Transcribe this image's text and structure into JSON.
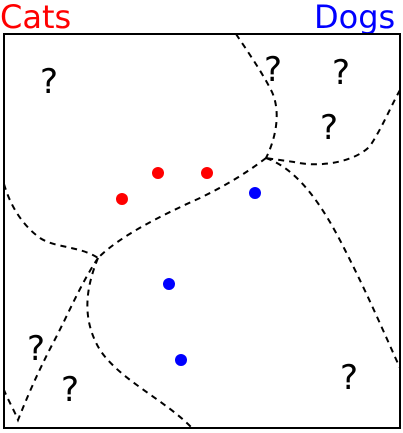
{
  "labels": {
    "cats": "Cats",
    "dogs": "Dogs"
  },
  "colors": {
    "cats": "#ff0000",
    "dogs": "#0000ff",
    "boundary": "#000000",
    "frame": "#000000"
  },
  "unknown_mark": "?",
  "unknown_count": 7,
  "cat_point_count": 3,
  "dog_point_count": 3
}
